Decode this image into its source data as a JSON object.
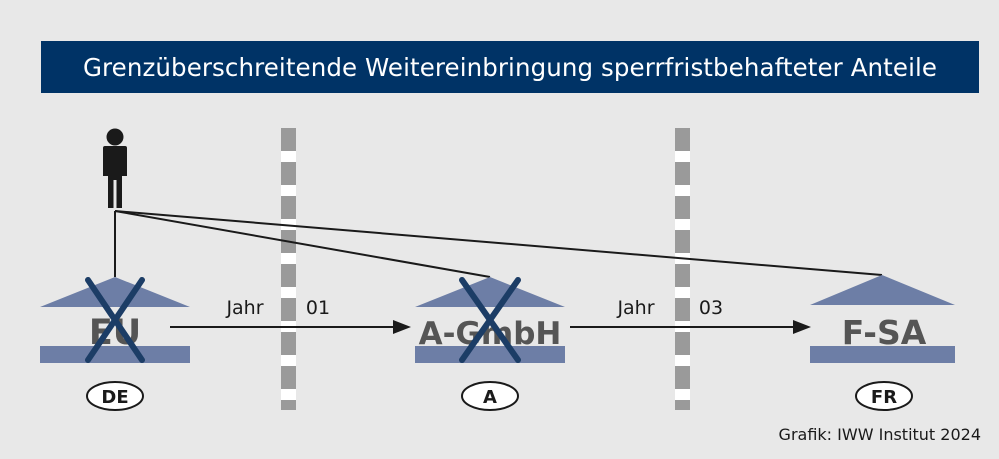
{
  "title": "Grenzüberschreitende Weitereinbringung sperrfristbehafteter Anteile",
  "credit": "Grafik: IWW Institut 2024",
  "colors": {
    "title_bg": "#003366",
    "title_text": "#ffffff",
    "building": "#6d7ea6",
    "building_text": "#555555",
    "cross": "#1c3d66",
    "border_gray": "#9a9a9a",
    "line": "#1a1a1a"
  },
  "entities": [
    {
      "id": "eu",
      "label": "EU",
      "country": "DE",
      "crossed": true
    },
    {
      "id": "a-gmbh",
      "label": "A-GmbH",
      "country": "A",
      "crossed": true
    },
    {
      "id": "f-sa",
      "label": "F-SA",
      "country": "FR",
      "crossed": false
    }
  ],
  "transfers": [
    {
      "from": "eu",
      "to": "a-gmbh",
      "label_left": "Jahr",
      "label_right": "01"
    },
    {
      "from": "a-gmbh",
      "to": "f-sa",
      "label_left": "Jahr",
      "label_right": "03"
    }
  ],
  "icons": [
    "person-icon",
    "building-icon",
    "cross-mark-icon",
    "arrow-right-icon",
    "border-line"
  ]
}
